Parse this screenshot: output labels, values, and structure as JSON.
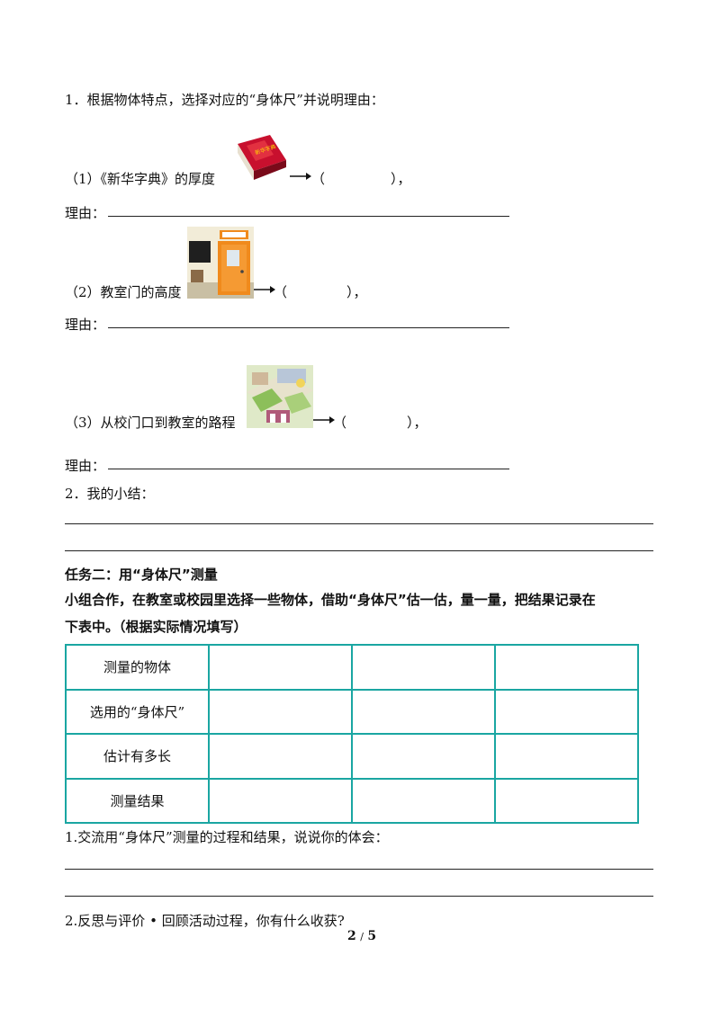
{
  "q1": {
    "title": "1．根据物体特点，选择对应的“身体尺”并说明理由：",
    "items": [
      {
        "label": "（1）《新华字典》的厚度",
        "open": "（",
        "close": "），"
      },
      {
        "label": "（2）教室门的高度",
        "open": "（",
        "close": "），"
      },
      {
        "label": "（3）从校门口到教室的路程",
        "open": "（",
        "close": "），"
      }
    ],
    "reason_label": "理由：",
    "dict_cover_text": "新华字典"
  },
  "q2": {
    "title": "2．我的小结："
  },
  "task2": {
    "heading": "任务二：用“身体尺”测量",
    "desc_line1": "小组合作，在教室或校园里选择一些物体，借助“身体尺”估一估，量一量，把结果记录在",
    "desc_line2": "下表中。（根据实际情况填写）",
    "table_rows": [
      "测量的物体",
      "选用的“身体尺”",
      "估计有多长",
      "测量结果"
    ]
  },
  "follow1": "1.交流用“身体尺”测量的过程和结果，说说你的体会：",
  "follow2": "2.反思与评价 • 回顾活动过程，你有什么收获?",
  "page": {
    "current": "2",
    "sep": "/",
    "total": "5"
  },
  "colors": {
    "table_border": "#1aa6a2",
    "dict_red": "#c8102e",
    "door_orange": "#f08a1c"
  }
}
